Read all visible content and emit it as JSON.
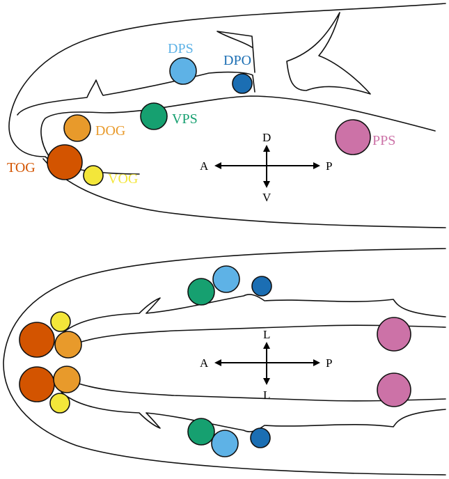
{
  "colors": {
    "TOG": "#d35400",
    "DOG": "#e89a2b",
    "VOG": "#f3e63a",
    "VPS": "#16a070",
    "DPS": "#5eb2e6",
    "DPO": "#1b6eb3",
    "PPS": "#cc72a7"
  },
  "labels": {
    "TOG": "TOG",
    "DOG": "DOG",
    "VOG": "VOG",
    "VPS": "VPS",
    "DPS": "DPS",
    "DPO": "DPO",
    "PPS": "PPS"
  },
  "lateral_view": {
    "axes": {
      "up": "D",
      "down": "V",
      "left": "A",
      "right": "P"
    }
  },
  "dorsal_view": {
    "axes": {
      "up": "L",
      "down": "L",
      "left": "A",
      "right": "P"
    }
  }
}
